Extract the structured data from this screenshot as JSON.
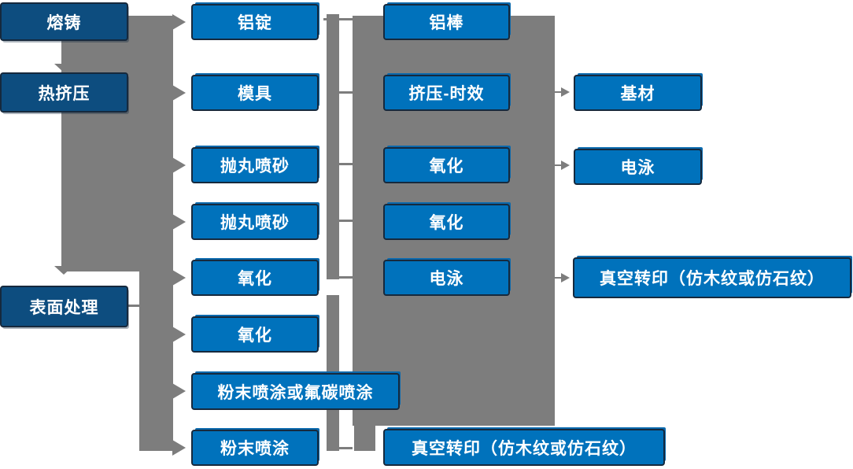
{
  "palette": {
    "stage_box": "#0d4d7f",
    "process_box": "#0072bc",
    "connector": "#7d7d7d",
    "box_border": "#16293d",
    "text": "#ffffff",
    "background": "#ffffff"
  },
  "flow": {
    "stages": [
      {
        "label": "熔铸"
      },
      {
        "label": "热挤压"
      },
      {
        "label": "表面处理"
      }
    ],
    "column2": [
      {
        "label": "铝锭"
      },
      {
        "label": "模具"
      },
      {
        "label": "抛丸喷砂"
      },
      {
        "label": "抛丸喷砂"
      },
      {
        "label": "氧化"
      },
      {
        "label": "氧化"
      },
      {
        "label": "粉末喷涂或氟碳喷涂"
      },
      {
        "label": "粉末喷涂"
      }
    ],
    "column3": [
      {
        "label": "铝棒"
      },
      {
        "label": "挤压-时效"
      },
      {
        "label": "氧化"
      },
      {
        "label": "氧化"
      },
      {
        "label": "电泳"
      },
      {
        "label": "真空转印（仿木纹或仿石纹）"
      }
    ],
    "column4": [
      {
        "label": "基材"
      },
      {
        "label": "电泳"
      },
      {
        "label": "真空转印（仿木纹或仿石纹）"
      }
    ]
  }
}
